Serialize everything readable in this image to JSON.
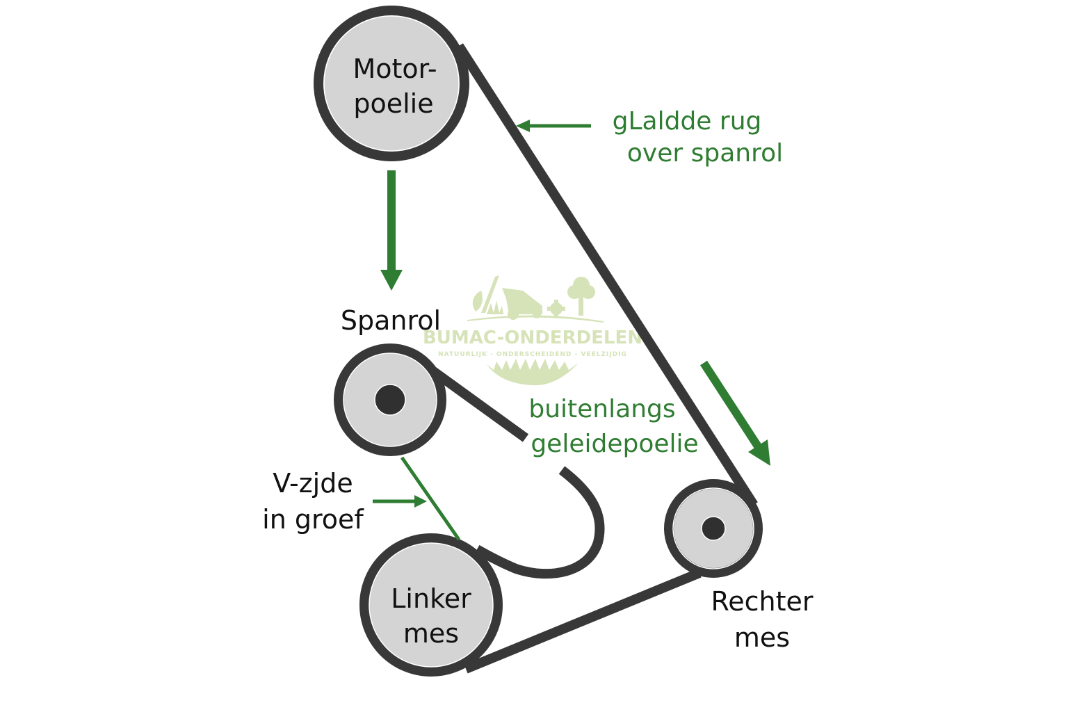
{
  "diagram": {
    "title": "Belt routing diagram (mower deck)",
    "pulleys": {
      "motor": {
        "label_line1": "Motor-",
        "label_line2": "poelie"
      },
      "tensioner": {
        "label": "Spanrol"
      },
      "left_blade": {
        "label_line1": "Linker",
        "label_line2": "mes"
      },
      "right_blade": {
        "label_line1": "Rechter",
        "label_line2": "mes"
      }
    },
    "annotations": {
      "smooth_back": {
        "line1": "gLaldde rug",
        "line2": "over spanrol"
      },
      "outside_guide": {
        "line1": "buitenlangs",
        "line2": "geleidepoelie"
      },
      "v_side": {
        "line1": "V-zjde",
        "line2": "in groef"
      }
    },
    "watermark": {
      "brand": "BUMAC-ONDERDELEN",
      "tagline": "NATUURLIJK - ONDERSCHEIDEND - VEELZIJDIG"
    },
    "colors": {
      "belt": "#383838",
      "pulley": "#d4d4d4",
      "accent_green": "#2f7d32",
      "watermark": "#d6e3b8"
    }
  }
}
